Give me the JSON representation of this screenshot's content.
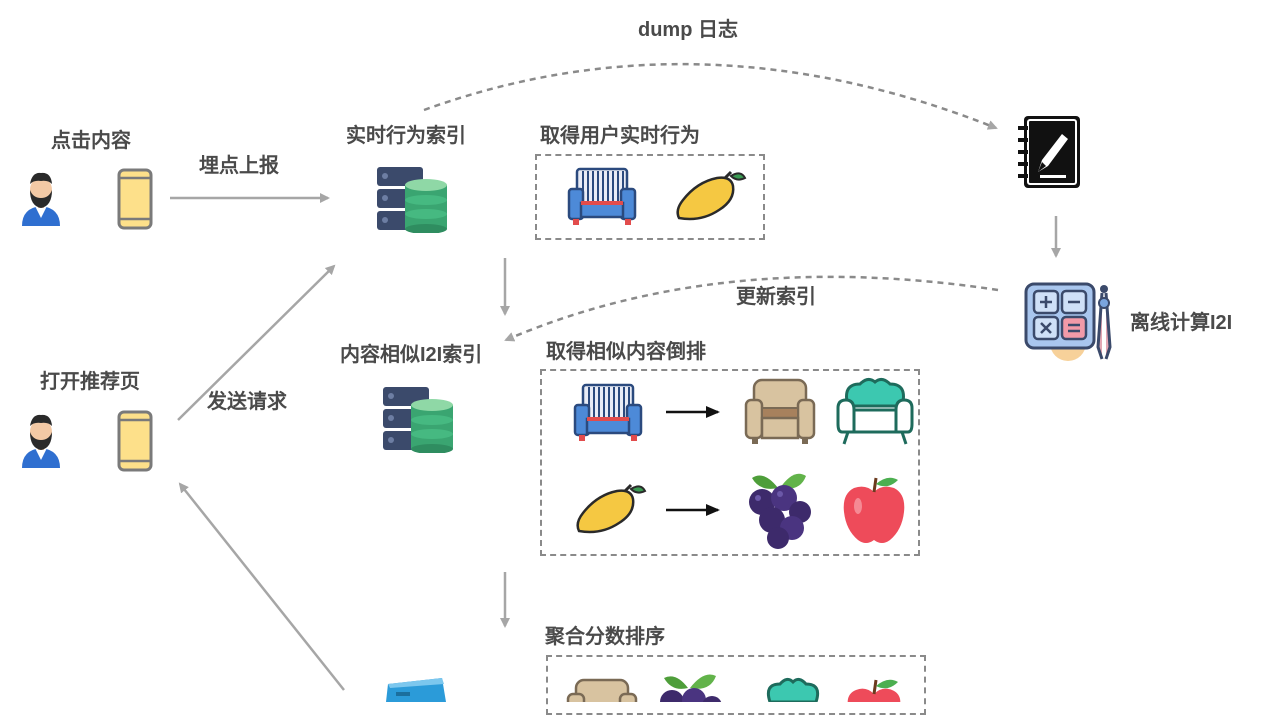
{
  "labels": {
    "dump_log": "dump 日志",
    "click_content": "点击内容",
    "report": "埋点上报",
    "realtime_index": "实时行为索引",
    "get_realtime": "取得用户实时行为",
    "update_index": "更新索引",
    "offline_i2i": "离线计算I2I",
    "i2i_index": "内容相似I2I索引",
    "get_similar": "取得相似内容倒排",
    "open_page": "打开推荐页",
    "send_request": "发送请求",
    "aggregate": "聚合分数排序"
  },
  "colors": {
    "arrow": "#a6a6a6",
    "dashed": "#8a8a8a",
    "text": "#4a4a4a",
    "phone": "#fde08a",
    "server": "#3b4a6b",
    "db_green": "#3aa571"
  }
}
